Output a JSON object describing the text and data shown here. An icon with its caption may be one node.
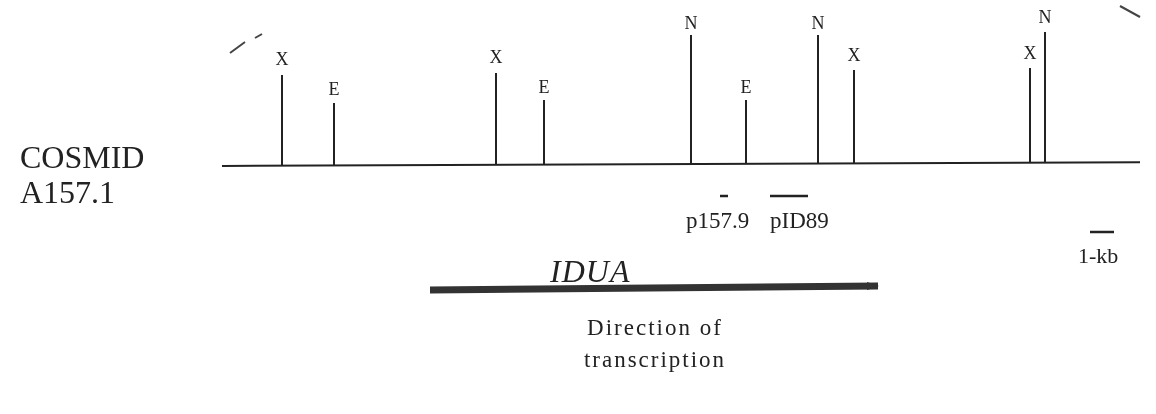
{
  "diagram": {
    "labels": [
      "COSMID A157.1",
      "X",
      "E",
      "X",
      "E",
      "N",
      "E",
      "N",
      "X",
      "X",
      "N",
      "p157.9",
      "pID89",
      "1-kb",
      "IDUA",
      "Direction of transcription"
    ]
  }
}
